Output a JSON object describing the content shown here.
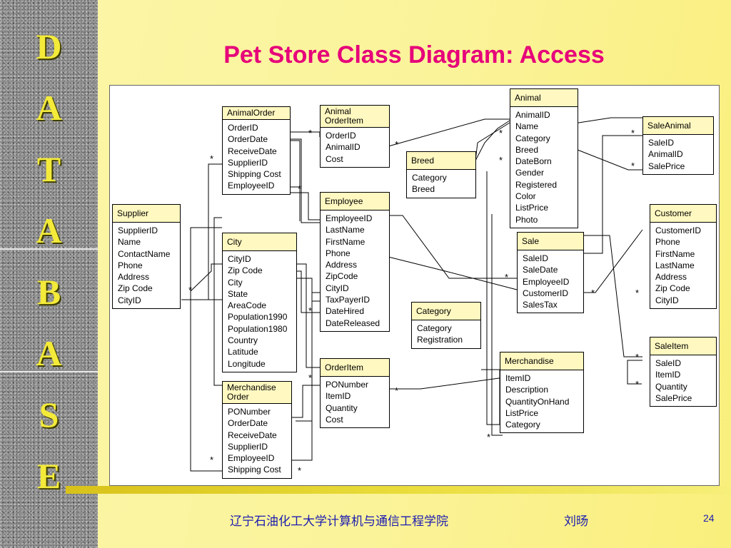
{
  "sidebar": {
    "letters": [
      "D",
      "A",
      "T",
      "A",
      "B",
      "A",
      "S",
      "E"
    ]
  },
  "slide": {
    "title": "Pet Store Class Diagram: Access"
  },
  "classes": {
    "animal_order": {
      "name": "AnimalOrder",
      "attrs": [
        "OrderID",
        "OrderDate",
        "ReceiveDate",
        "SupplierID",
        "Shipping Cost",
        "EmployeeID"
      ]
    },
    "animal_order_item": {
      "name_lines": [
        "Animal",
        "OrderItem"
      ],
      "attrs": [
        "OrderID",
        "AnimalID",
        "Cost"
      ]
    },
    "animal": {
      "name": "Animal",
      "attrs": [
        "AnimalID",
        "Name",
        "Category",
        "Breed",
        "DateBorn",
        "Gender",
        "Registered",
        "Color",
        "ListPrice",
        "Photo"
      ]
    },
    "sale_animal": {
      "name": "SaleAnimal",
      "attrs": [
        "SaleID",
        "AnimalID",
        "SalePrice"
      ]
    },
    "breed": {
      "name": "Breed",
      "attrs": [
        "Category",
        "Breed"
      ]
    },
    "supplier": {
      "name": "Supplier",
      "attrs": [
        "SupplierID",
        "Name",
        "ContactName",
        "Phone",
        "Address",
        "Zip Code",
        "CityID"
      ]
    },
    "employee": {
      "name": "Employee",
      "attrs": [
        "EmployeeID",
        "LastName",
        "FirstName",
        "Phone",
        "Address",
        "ZipCode",
        "CityID",
        "TaxPayerID",
        "DateHired",
        "DateReleased"
      ]
    },
    "city": {
      "name": "City",
      "attrs": [
        "CityID",
        "Zip Code",
        "City",
        "State",
        "AreaCode",
        "Population1990",
        "Population1980",
        "Country",
        "Latitude",
        "Longitude"
      ]
    },
    "sale": {
      "name": "Sale",
      "attrs": [
        "SaleID",
        "SaleDate",
        "EmployeeID",
        "CustomerID",
        "SalesTax"
      ]
    },
    "customer": {
      "name": "Customer",
      "attrs": [
        "CustomerID",
        "Phone",
        "FirstName",
        "LastName",
        "Address",
        "Zip Code",
        "CityID"
      ]
    },
    "category": {
      "name": "Category",
      "attrs": [
        "Category",
        "Registration"
      ]
    },
    "sale_item": {
      "name": "SaleItem",
      "attrs": [
        "SaleID",
        "ItemID",
        "Quantity",
        "SalePrice"
      ]
    },
    "order_item": {
      "name": "OrderItem",
      "attrs": [
        "PONumber",
        "ItemID",
        "Quantity",
        "Cost"
      ]
    },
    "merchandise": {
      "name": "Merchandise",
      "attrs": [
        "ItemID",
        "Description",
        "QuantityOnHand",
        "ListPrice",
        "Category"
      ]
    },
    "merchandise_order": {
      "name_lines": [
        "Merchandise",
        "Order"
      ],
      "attrs": [
        "PONumber",
        "OrderDate",
        "ReceiveDate",
        "SupplierID",
        "EmployeeID",
        "Shipping Cost"
      ]
    }
  },
  "multiplicity_symbol": "*",
  "footer": {
    "institution": "辽宁石油化工大学计算机与通信工程学院",
    "author": "刘旸",
    "page": "24"
  },
  "colors": {
    "title": "#e6007a",
    "letters": "#f3ea3a",
    "header_fill": "#fff8c0",
    "footer_text": "#1c1cb0"
  }
}
